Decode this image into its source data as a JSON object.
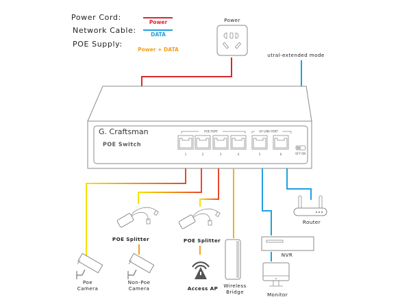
{
  "legend": {
    "items": [
      {
        "label": "Power Cord:",
        "cable_label": "Power",
        "color": "#d9262c"
      },
      {
        "label": "Network Cable:",
        "cable_label": "DATA",
        "color": "#1ea0e0"
      },
      {
        "label": "POE Supply:",
        "cable_label": "Power + DATA",
        "color_start": "#f5e200",
        "color_end": "#e8672a",
        "text_color": "#f0a020"
      }
    ]
  },
  "power_outlet": {
    "label": "Power"
  },
  "extended_mode": {
    "label": "utral-extended mode"
  },
  "switch": {
    "brand": "G. Craftsman",
    "model": "POE Switch",
    "poe_port_group": "POE PORT",
    "uplink_port_group": "UP LINK PORT",
    "ports": [
      "1",
      "2",
      "3",
      "4",
      "5",
      "6"
    ],
    "toggle_off": "OFF",
    "toggle_on": "ON"
  },
  "devices": {
    "poe_camera": {
      "line1": "Poe",
      "line2": "Camera"
    },
    "non_poe_camera": {
      "line1": "Non-Poe",
      "line2": "Camera"
    },
    "splitter_1": {
      "label": "POE Splitter"
    },
    "splitter_2": {
      "label": "POE Splitter"
    },
    "access_ap": {
      "label": "Access AP"
    },
    "wireless_bridge": {
      "line1": "Wireless",
      "line2": "Bridge"
    },
    "router": {
      "label": "Router"
    },
    "nvr": {
      "label": "NVR"
    },
    "monitor": {
      "label": "Monitor"
    }
  },
  "colors": {
    "power": "#d9262c",
    "data": "#1ea0e0",
    "poe_yellow": "#f5e200",
    "poe_orange": "#e8672a",
    "outline": "#8a8a8a"
  }
}
